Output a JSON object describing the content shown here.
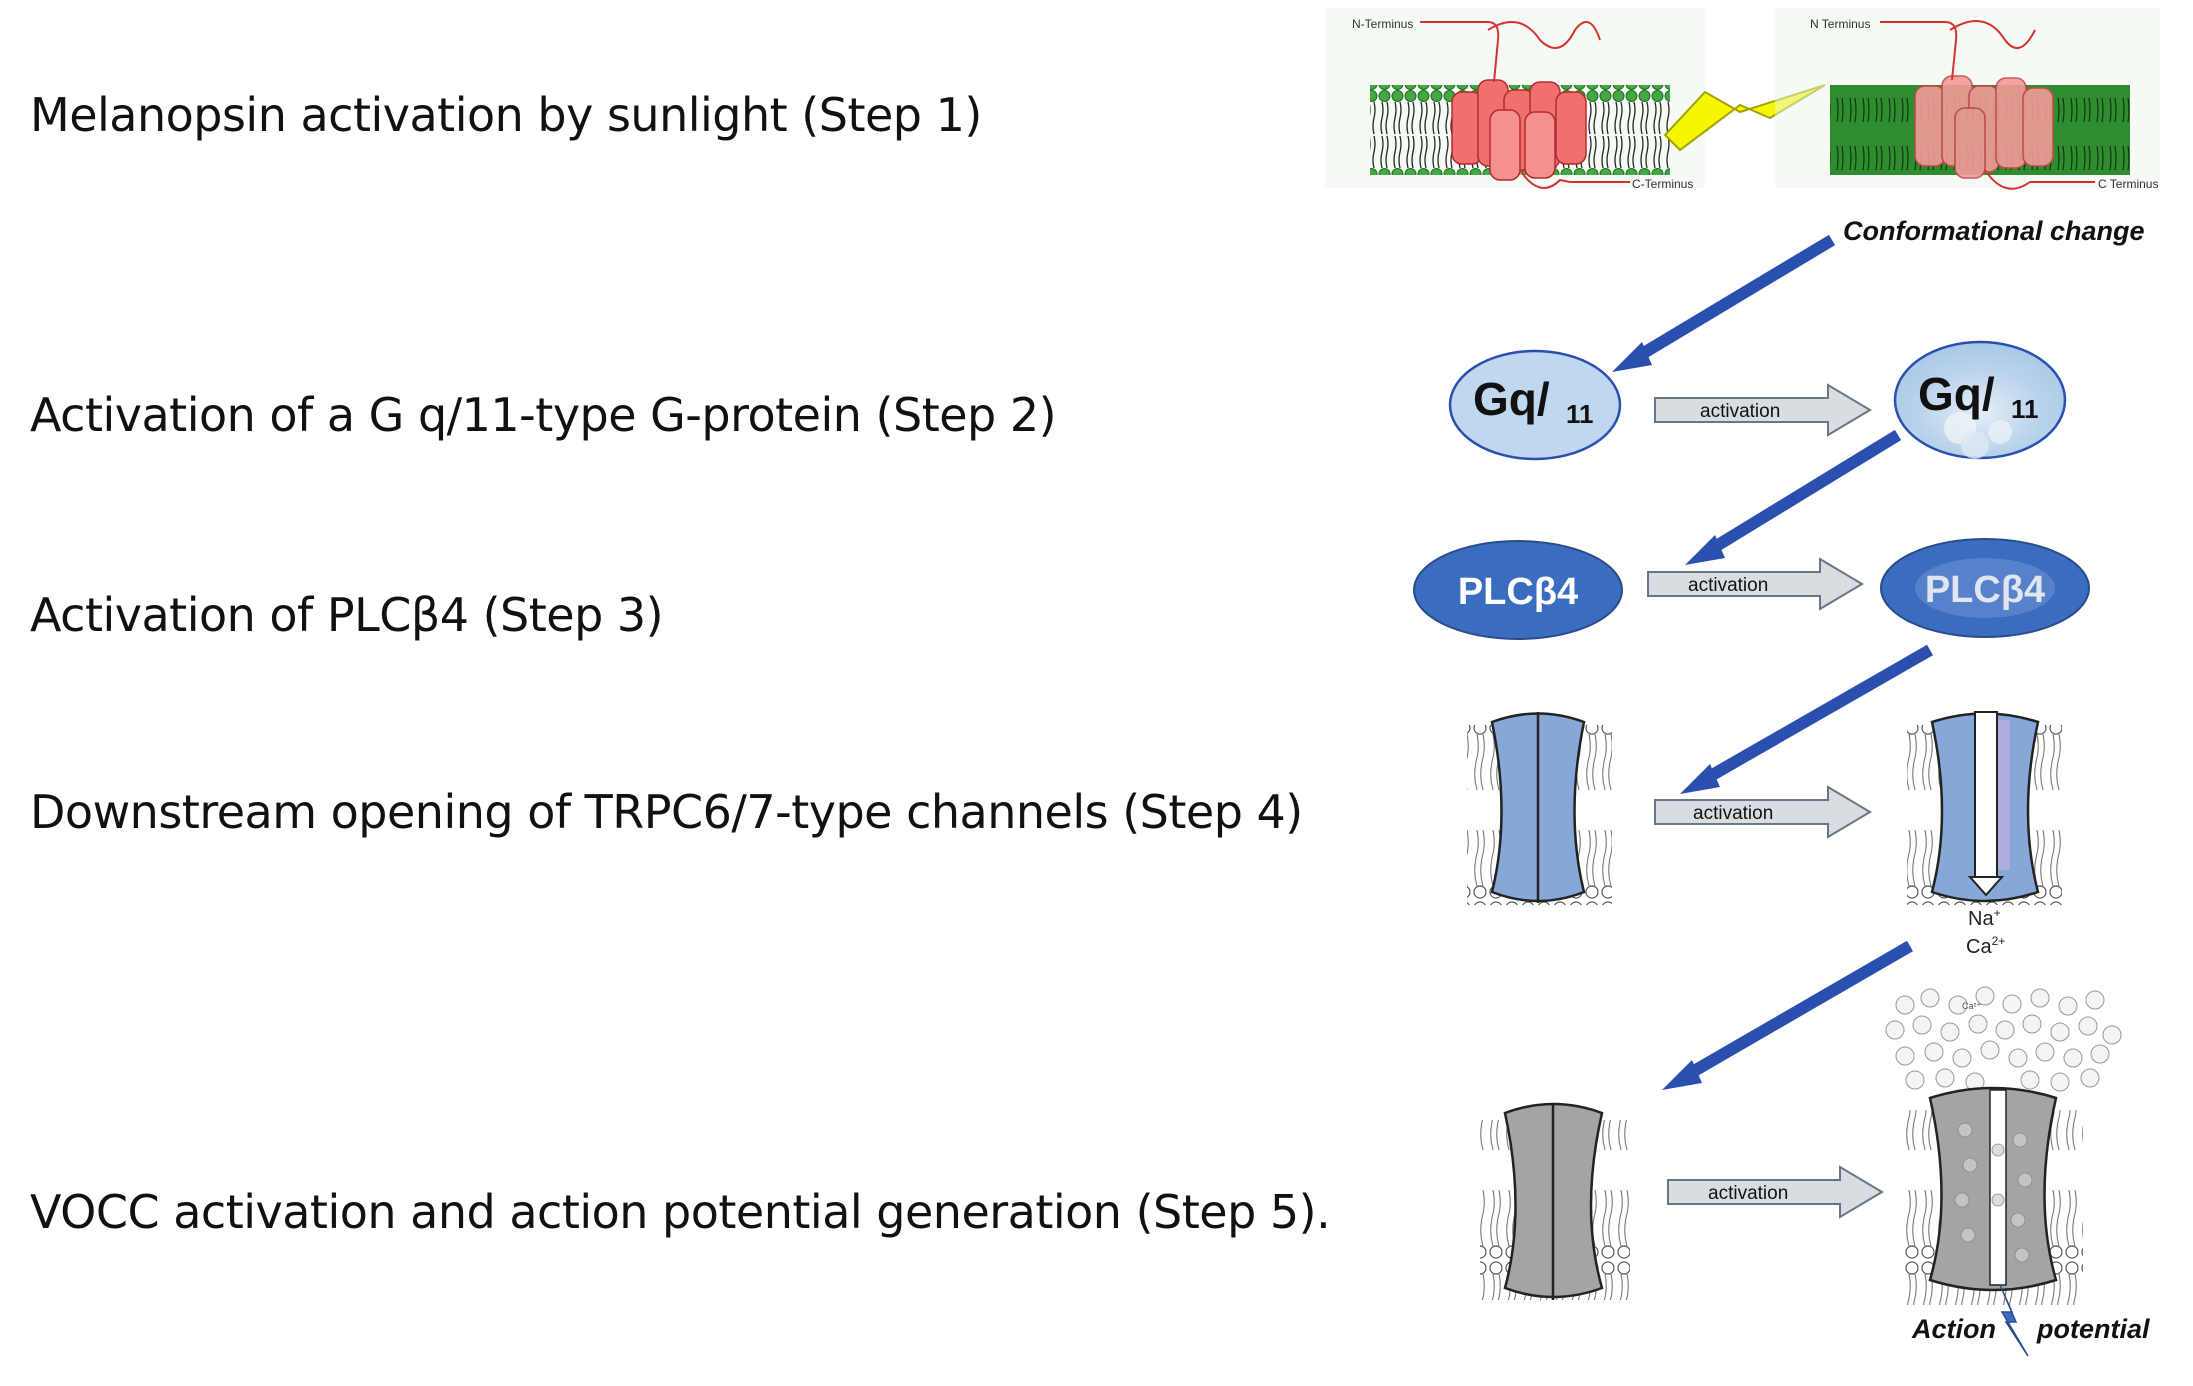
{
  "steps": [
    "Melanopsin activation by sunlight (Step 1)",
    "Activation of a G q/11-type G-protein (Step 2)",
    "Activation of PLCβ4 (Step 3)",
    "Downstream opening of TRPC6/7-type channels (Step 4)",
    "VOCC activation and action potential generation (Step 5)."
  ],
  "labels": {
    "n_terminus": "N-Terminus",
    "c_terminus": "C-Terminus",
    "n_terminus_2": "N Terminus",
    "c_terminus_2": "C Terminus",
    "conformational_change": "Conformational change",
    "gq_main": "Gq/",
    "gq_sub": "11",
    "plc": "PLCβ4",
    "activation": "activation",
    "na": "Na",
    "na_sup": "+",
    "ca": "Ca",
    "ca_sup": "2+",
    "ca_ion": "Ca²⁺",
    "action": "Action",
    "potential": "potential"
  },
  "colors": {
    "arrow_blue": "#2b4fae",
    "gq_fill": "#bfd8ef",
    "plc_fill": "#3a6cc0",
    "channel_blue": "#86a8d8",
    "channel_gray": "#a4a4a4",
    "membrane_green": "#2f9a2f",
    "melanopsin_red": "#e94848",
    "sunlight_yellow": "#f6f600"
  }
}
